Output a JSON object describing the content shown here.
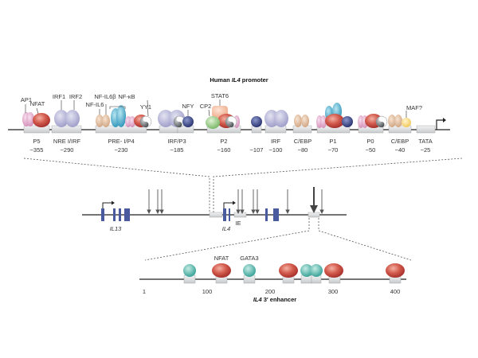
{
  "promoter": {
    "title_prefix": "Human ",
    "title_gene": "IL4",
    "title_suffix": " promoter",
    "elements": [
      {
        "name": "P5",
        "position": "−355"
      },
      {
        "name": "NRE I/IRF",
        "position": "−290"
      },
      {
        "name": "PRE- I/P4",
        "position": "−230"
      },
      {
        "name": "IRF/P3",
        "position": "−185"
      },
      {
        "name": "P2",
        "position": "−160"
      },
      {
        "name": "",
        "position": "−107"
      },
      {
        "name": "IRF",
        "position": "−100"
      },
      {
        "name": "C/EBP",
        "position": "−80"
      },
      {
        "name": "P1",
        "position": "−70"
      },
      {
        "name": "P0",
        "position": "−50"
      },
      {
        "name": "C/EBP",
        "position": "−40"
      },
      {
        "name": "TATA",
        "position": "−25"
      }
    ],
    "factor_labels": [
      "AP1",
      "NFAT",
      "IRF1",
      "IRF2",
      "NF-IL6β",
      "NF-IL6",
      "NF-κB",
      "YY1",
      "NFY",
      "STAT6",
      "CP2",
      "MAF?"
    ]
  },
  "locus": {
    "genes": [
      "IL13",
      "IL4"
    ],
    "element_label": "IE"
  },
  "enhancer": {
    "title_gene": "IL4",
    "title_suffix": " 3′ enhancer",
    "ticks": [
      "1",
      "100",
      "200",
      "300",
      "400"
    ],
    "factor_labels": [
      "NFAT",
      "GATA3"
    ]
  },
  "colors": {
    "nfat": "#c8473f",
    "ap1": "#e2a9c8",
    "irf": "#b7b6d9",
    "nfil6": "#e6c3a5",
    "nfkb": "#4fb3cf",
    "dark_blue": "#2e3a7a",
    "cp2": "#98cc84",
    "stat6": "#f2c4a8",
    "maf": "#f7dd88",
    "gata3": "#4fb3a9",
    "exon": "#4a5a9e",
    "box": "#e3e5e6"
  }
}
